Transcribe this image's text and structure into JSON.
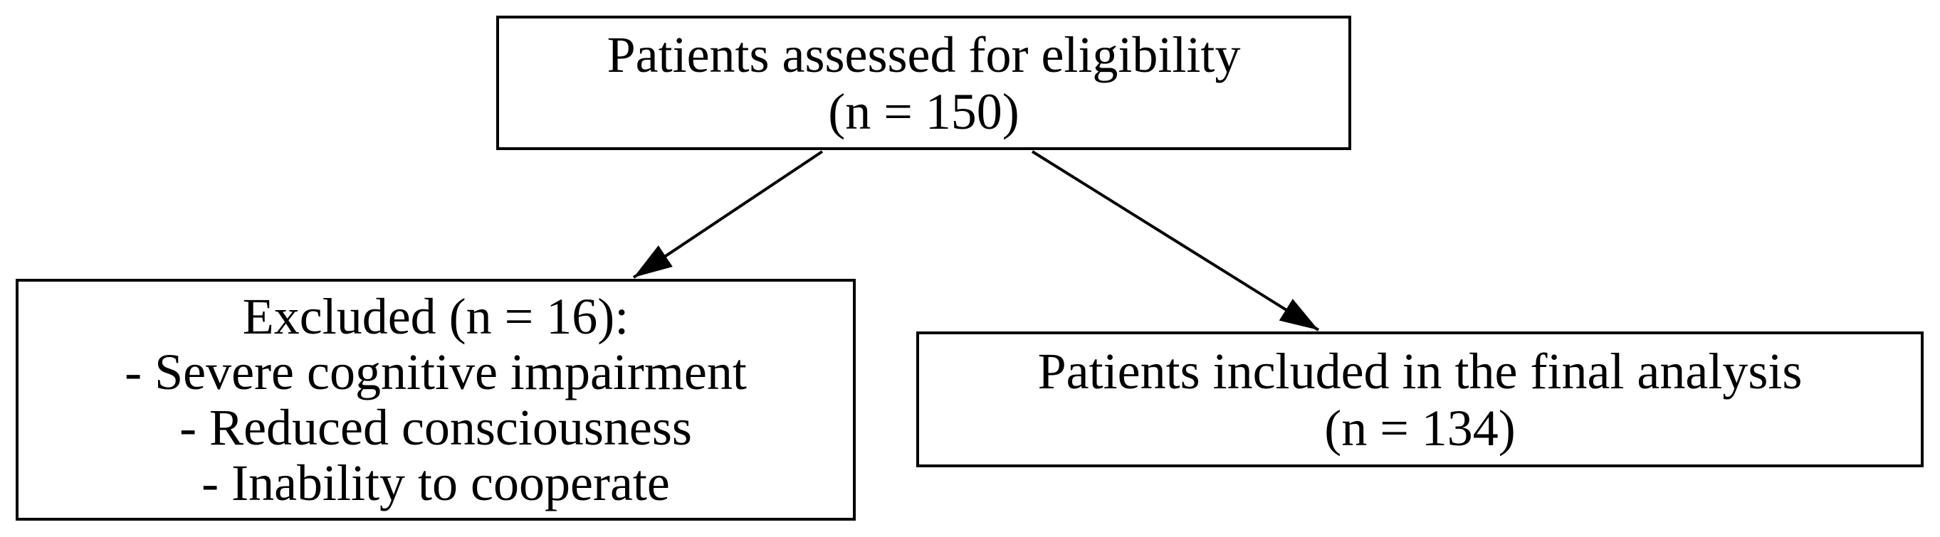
{
  "diagram": {
    "type": "flowchart",
    "colors": {
      "ink": "#000000",
      "background": "#ffffff"
    },
    "nodes": {
      "assessed": {
        "lines": [
          "Patients assessed for eligibility",
          "(n = 150)"
        ]
      },
      "excluded": {
        "lines": [
          "Excluded (n = 16):",
          "- Severe cognitive impairment",
          "- Reduced consciousness",
          "- Inability to cooperate"
        ]
      },
      "included": {
        "lines": [
          "Patients included in the final analysis",
          "(n = 134)"
        ]
      }
    },
    "edges": [
      {
        "from": "assessed",
        "to": "excluded"
      },
      {
        "from": "assessed",
        "to": "included"
      }
    ]
  }
}
